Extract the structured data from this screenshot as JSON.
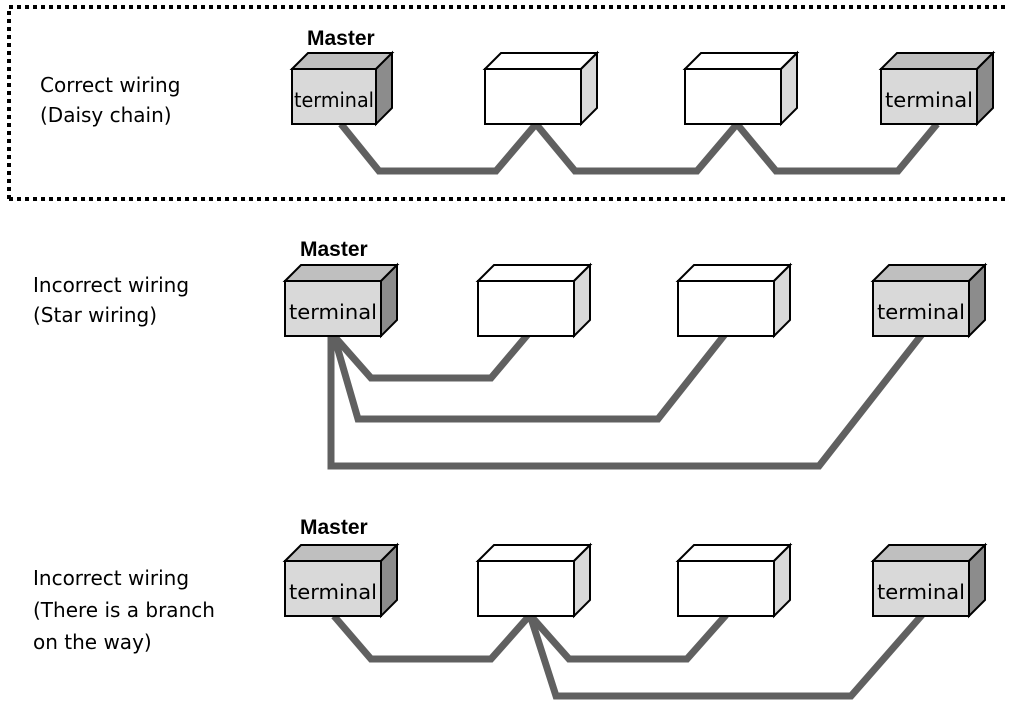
{
  "title": "",
  "colors": {
    "terminal_fill": "#d9d9d9",
    "terminal_side": "#bfbfbf",
    "terminal_dark_side": "#8c8c8c",
    "device_fill": "#ffffff",
    "device_side": "#d9d9d9",
    "wire": "#606060",
    "outline": "#000000"
  },
  "labels": {
    "master": "Master",
    "terminal": "terminal"
  },
  "sections": [
    {
      "id": "daisy-chain",
      "caption_lines": [
        "Correct wiring",
        "(Daisy chain)"
      ],
      "highlighted": true,
      "devices": [
        "terminal",
        "slave",
        "slave",
        "terminal"
      ],
      "wiring": "daisy-chain"
    },
    {
      "id": "star",
      "caption_lines": [
        "Incorrect wiring",
        "(Star wiring)"
      ],
      "highlighted": false,
      "devices": [
        "terminal",
        "slave",
        "slave",
        "terminal"
      ],
      "wiring": "star"
    },
    {
      "id": "branch",
      "caption_lines": [
        "Incorrect wiring",
        "(There is a branch",
        "on the way)"
      ],
      "highlighted": false,
      "devices": [
        "terminal",
        "slave",
        "slave",
        "terminal"
      ],
      "wiring": "branch"
    }
  ]
}
